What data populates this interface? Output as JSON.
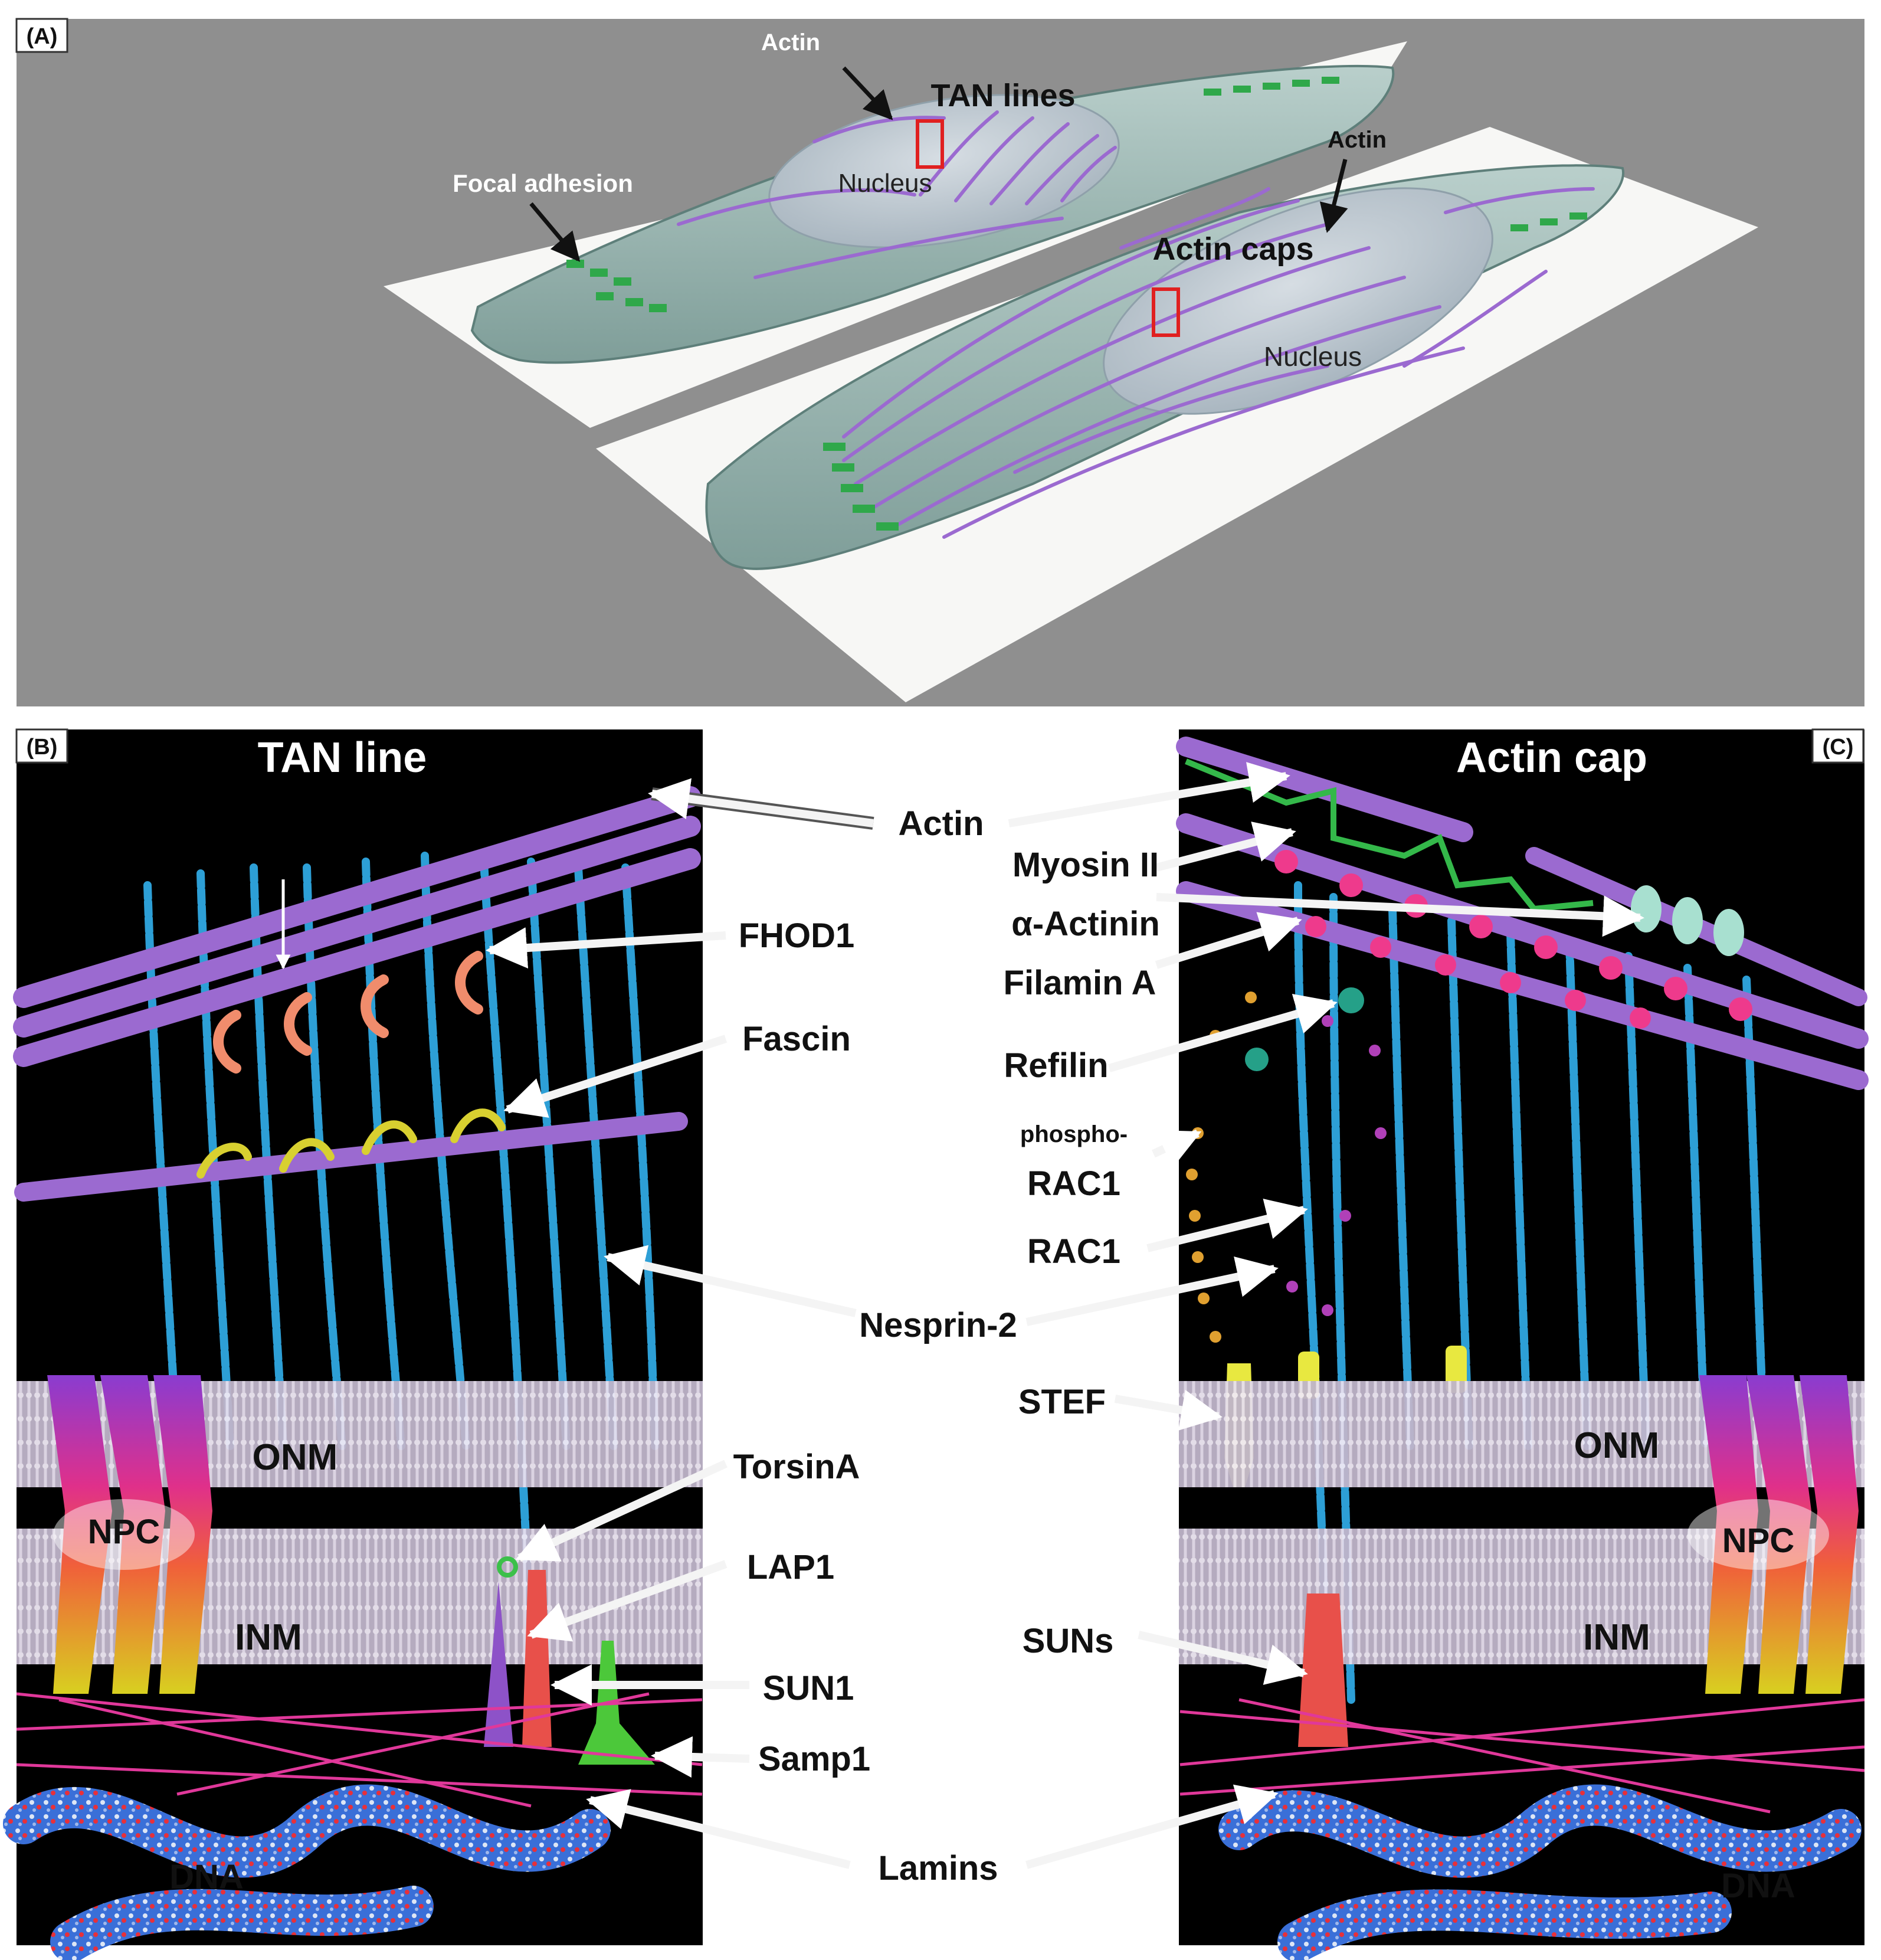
{
  "panels": {
    "a": {
      "tag": "(A)",
      "top_cell": {
        "actin": "Actin",
        "focal_adhesion": "Focal adhesion",
        "tan_lines": "TAN lines",
        "nucleus": "Nucleus"
      },
      "bottom_cell": {
        "actin": "Actin",
        "actin_caps": "Actin caps",
        "nucleus": "Nucleus"
      }
    },
    "b": {
      "tag": "(B)",
      "title": "TAN line"
    },
    "c": {
      "tag": "(C)",
      "title": "Actin cap"
    }
  },
  "structures": {
    "onm_left": "ONM",
    "inm_left": "INM",
    "npc_left": "NPC",
    "dna_left": "DNA",
    "onm_right": "ONM",
    "inm_right": "INM",
    "npc_right": "NPC",
    "dna_right": "DNA"
  },
  "center_labels": {
    "actin": "Actin",
    "fhod1": "FHOD1",
    "fascin": "Fascin",
    "nesprin2": "Nesprin-2",
    "torsina": "TorsinA",
    "lap1": "LAP1",
    "sun1": "SUN1",
    "samp1": "Samp1",
    "lamins": "Lamins",
    "myosin2": "Myosin II",
    "alpha_actinin": "α-Actinin",
    "filamin_a": "Filamin A",
    "refilin": "Refilin",
    "phospho": "phospho-",
    "rac1_phospho": "RAC1",
    "rac1": "RAC1",
    "stef": "STEF",
    "suns": "SUNs"
  },
  "colors": {
    "panel_a_background": "#8f8f8f",
    "panel_bc_background": "#000000",
    "actin": "#9b6ad0",
    "nesprin": "#2d9fd6",
    "focal_adhesion": "#2fa84a",
    "membrane": "#c9bfd2",
    "lamins": "#e0389a",
    "highlight_box": "#e02020"
  }
}
